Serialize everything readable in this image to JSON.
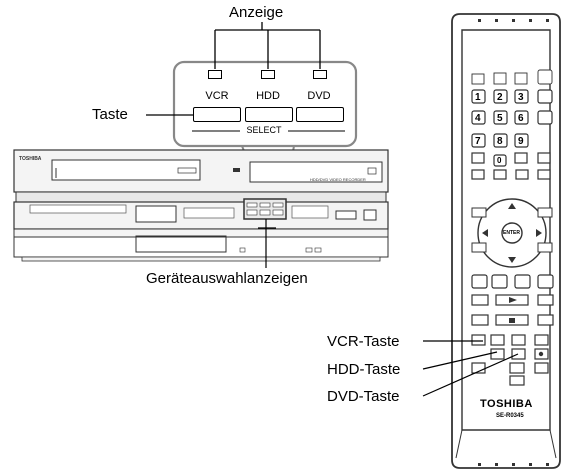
{
  "labels": {
    "indicator": "Anzeige",
    "button": "Taste",
    "device_indicators": "Geräteauswahlanzeigen",
    "vcr_button": "VCR-Taste",
    "hdd_button": "HDD-Taste",
    "dvd_button": "DVD-Taste"
  },
  "zoom": {
    "vcr": "VCR",
    "hdd": "HDD",
    "dvd": "DVD",
    "select": "SELECT"
  },
  "recorder": {
    "brand": "TOSHIBA"
  },
  "remote": {
    "brand": "TOSHIBA",
    "model": "SE-R0345",
    "keys": {
      "k1": "1",
      "k2": "2",
      "k3": "3",
      "k4": "4",
      "k5": "5",
      "k6": "6",
      "k7": "7",
      "k8": "8",
      "k9": "9",
      "k0": "0",
      "enter": "ENTER"
    }
  }
}
